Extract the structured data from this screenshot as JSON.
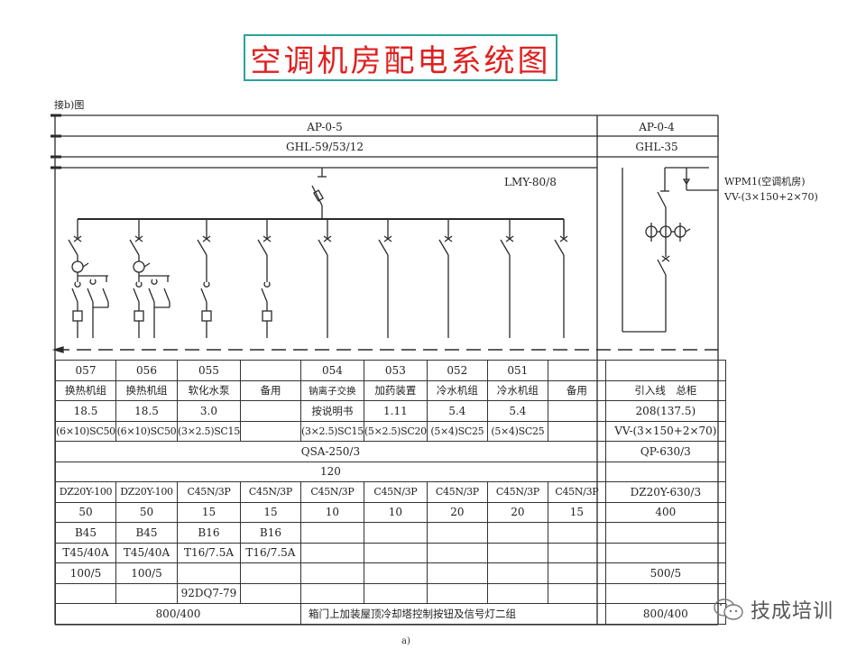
{
  "title": "空调机房配电系统图",
  "ref_note": "接b)图",
  "buses": {
    "left_top": "AP-0-5",
    "left_second": "GHL-59/53/12",
    "right_top": "AP-0-4",
    "right_second": "GHL-35",
    "busbar": "LMY-80/8"
  },
  "incoming_cable": {
    "line1": "WPM1(空调机房)",
    "line2": "VV-(3×150+2×70)"
  },
  "table": {
    "circuit_numbers": [
      "057",
      "056",
      "055",
      "",
      "054",
      "053",
      "052",
      "051",
      "",
      ""
    ],
    "names": [
      "换热机组",
      "换热机组",
      "软化水泵",
      "备用",
      "钠离子交换",
      "加药装置",
      "冷水机组",
      "冷水机组",
      "备用",
      "引入线　总柜"
    ],
    "power_kw": [
      "18.5",
      "18.5",
      "3.0",
      "",
      "按说明书",
      "1.11",
      "5.4",
      "5.4",
      "",
      "208(137.5)"
    ],
    "cables": [
      "(6×10)SC50",
      "(6×10)SC50",
      "(3×2.5)SC15",
      "",
      "(3×2.5)SC15",
      "(5×2.5)SC20",
      "(5×4)SC25",
      "(5×4)SC25",
      "",
      "VV-(3×150+2×70)"
    ],
    "main_switch_left": "QSA-250/3",
    "main_switch_right": "QP-630/3",
    "busbar_current": "120",
    "breakers": [
      "DZ20Y-100",
      "DZ20Y-100",
      "C45N/3P",
      "C45N/3P",
      "C45N/3P",
      "C45N/3P",
      "C45N/3P",
      "C45N/3P",
      "C45N/3P",
      "DZ20Y-630/3"
    ],
    "breaker_current": [
      "50",
      "50",
      "15",
      "15",
      "10",
      "10",
      "20",
      "20",
      "15",
      "400"
    ],
    "contactors": [
      "B45",
      "B45",
      "B16",
      "B16",
      "",
      "",
      "",
      "",
      "",
      ""
    ],
    "thermal_relays": [
      "T45/40A",
      "T45/40A",
      "T16/7.5A",
      "T16/7.5A",
      "",
      "",
      "",
      "",
      "",
      ""
    ],
    "current_transformers": [
      "100/5",
      "100/5",
      "",
      "",
      "",
      "",
      "",
      "",
      "",
      "500/5"
    ],
    "starters": [
      "",
      "",
      "92DQ7-79",
      "",
      "",
      "",
      "",
      "",
      "",
      ""
    ],
    "cabinet_size_left": "800/400",
    "remark": "箱门上加装屋顶冷却塔控制按钮及信号灯二组",
    "cabinet_size_right": "800/400"
  },
  "watermark": "技成培训",
  "bottom_mark": "a)"
}
